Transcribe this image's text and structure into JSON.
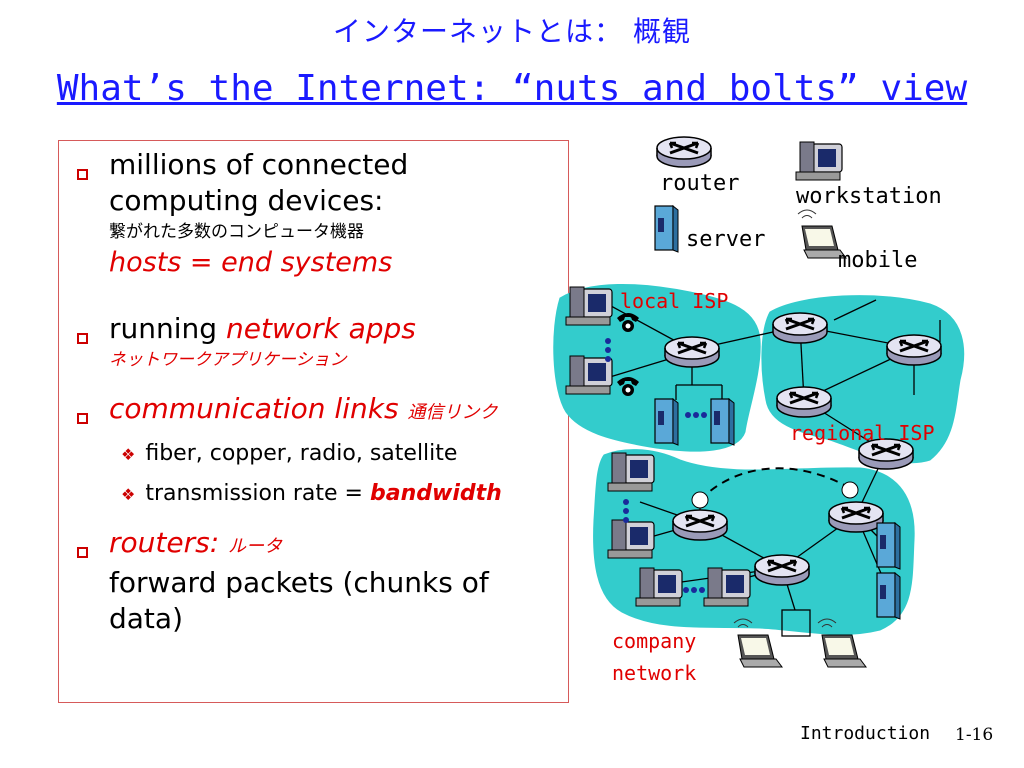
{
  "title_jp": "インターネットとは： 概観",
  "title_en": "What’s the Internet: “nuts and bolts” view",
  "bullets": {
    "b1_line1": "millions of connected",
    "b1_line2": "computing devices:",
    "b1_jp": "繋がれた多数のコンピュータ機器",
    "b1_hosts": "hosts = end systems",
    "b2_prefix": "running",
    "b2_red": "network apps",
    "b2_jp": "ネットワークアプリケーション",
    "b3_red": "communication links",
    "b3_jp": "通信リンク",
    "sub1": "fiber, copper, radio, satellite",
    "sub2_prefix": "transmission rate =",
    "sub2_bold": "bandwidth",
    "b4_red": "routers:",
    "b4_jp": "ルータ",
    "b4_line2": "forward packets (chunks of",
    "b4_line3": "data)"
  },
  "legend": {
    "router": "router",
    "workstation": "workstation",
    "server": "server",
    "mobile": "mobile"
  },
  "network_labels": {
    "local_isp": "local ISP",
    "regional_isp": "regional ISP",
    "company_line1": "company",
    "company_line2": "network"
  },
  "footer": {
    "section": "Introduction",
    "page": "1-16"
  },
  "colors": {
    "title": "#1a1aff",
    "accent_red": "#e00000",
    "cloud": "#33cccc",
    "router_fill": "#d8d8e8"
  }
}
